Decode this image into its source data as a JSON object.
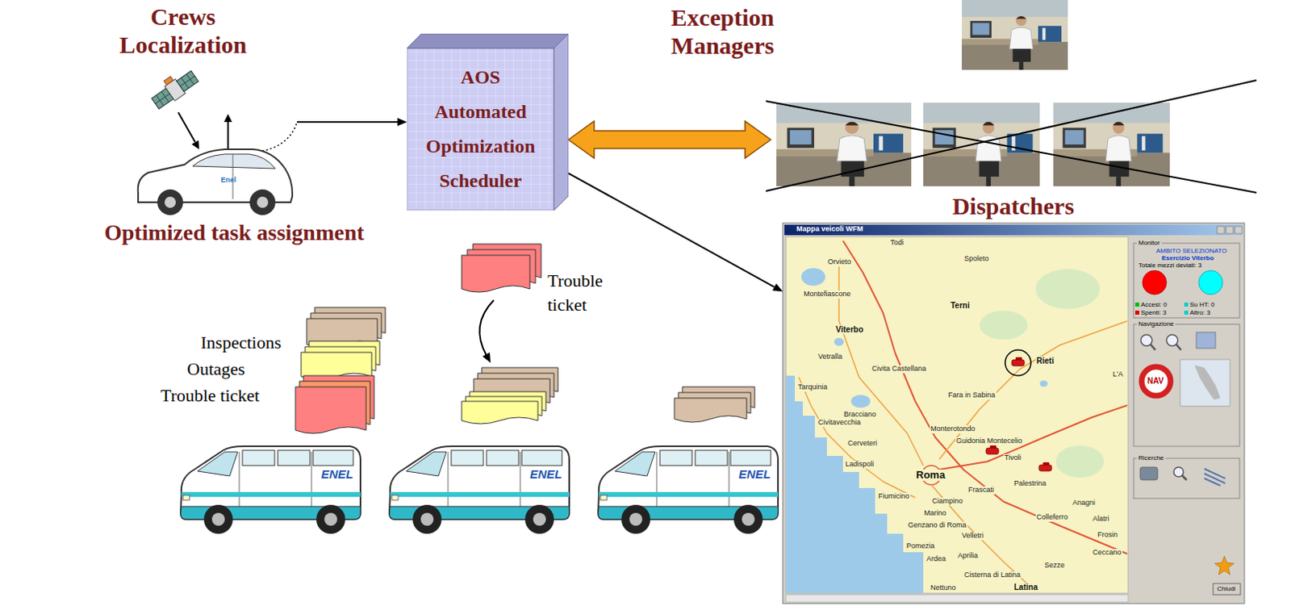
{
  "diagram": {
    "nodes": [
      {
        "text": [
          "Crews Localization"
        ]
      },
      {
        "text": [
          "AOS Automated Optimization Scheduler"
        ]
      },
      {
        "text": [
          "Exception Managers"
        ]
      },
      {
        "text": [
          "Dispatchers"
        ]
      }
    ],
    "edges": [
      {
        "from": 0,
        "to": 1,
        "arrow": "to"
      },
      {
        "from": 1,
        "to": 2,
        "arrow": "both"
      },
      {
        "from": 1,
        "to": 3,
        "arrow": "to"
      }
    ],
    "labels": [
      "Optimized task assignment",
      "Trouble ticket",
      "Inspections",
      "Outages",
      "Trouble ticket",
      "Enel",
      "ENEL",
      "ENEL",
      "ENEL",
      "Mappa veicoli WFM",
      "Monitor",
      "AMBITO SELEZIONATO",
      "Esercizio Viterbo",
      "Totale mezzi deviati: 3",
      "Accesi: 0",
      "Spenti: 3",
      "Su HT: 0",
      "Altro: 3",
      "Navigazione",
      "NAV",
      "Ricerche",
      "Chiudi",
      "Orvieto",
      "Todi",
      "Spoleto",
      "Montefiascone",
      "Terni",
      "Viterbo",
      "Rieti",
      "L'A",
      "Vetralla",
      "Tarquinia",
      "Civita Castellana",
      "Bracciano",
      "Fara in Sabina",
      "Civitavecchia",
      "Cerveteri",
      "Monterotondo",
      "Guidonia Montecelio",
      "Tivoli",
      "Ladispoli",
      "Roma",
      "Fiumicino",
      "Ciampino",
      "Frascati",
      "Palestrina",
      "Marino",
      "Colleferro",
      "Anagni",
      "Alatri",
      "Genzano di Roma",
      "Velletri",
      "Pomezia",
      "Ardea",
      "Aprilia",
      "Cisterna di Latina",
      "Sezze",
      "Latina",
      "Nettuno",
      "Frosin",
      "Ceccano"
    ]
  }
}
